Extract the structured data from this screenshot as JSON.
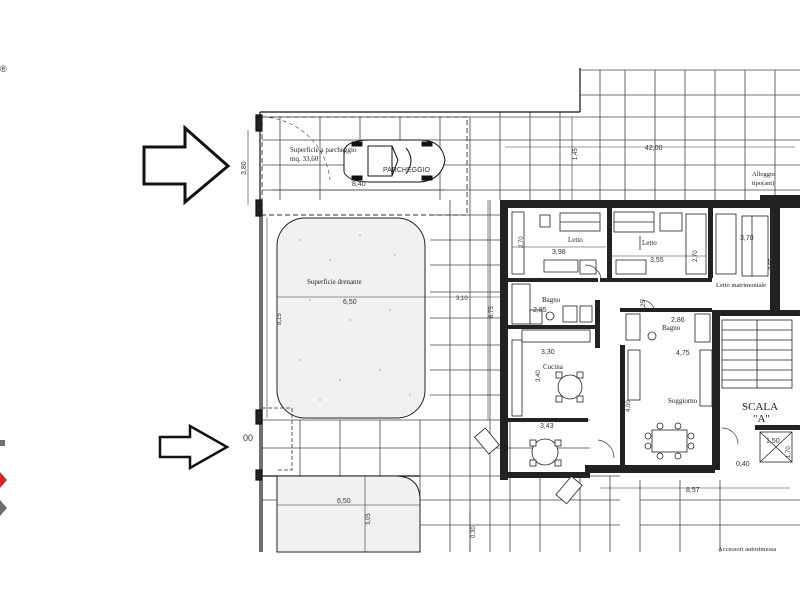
{
  "copyright_mark": "®",
  "parking": {
    "area_line1": "Superficie a parcheggio",
    "area_line2": "mq. 33,60",
    "label": "PARCHEGGIO",
    "width_dim": "8,40",
    "height_dim": "3,80"
  },
  "drainage_upper": {
    "label": "Superficie drenante",
    "width_dim": "6,50",
    "height_dim": "8,15",
    "right_dim": "3,10"
  },
  "drainage_lower": {
    "width_dim": "6,50",
    "height_dim": "3,05"
  },
  "overall": {
    "width_dim": "42,00",
    "left_dim": "1,45",
    "bottom_dim": "8,57",
    "small_dim": "0,30",
    "mid_dim": "8,75"
  },
  "rooms": {
    "letto1": {
      "label": "Letto",
      "w": "3,98",
      "h": "2,70"
    },
    "letto2": {
      "label": "Letto",
      "w": "3,55"
    },
    "letto_matrimoniale": {
      "label": "Letto matrimoniale",
      "w": "3,70",
      "h": "3,95"
    },
    "alloggio": {
      "label_line1": "Alloggio",
      "label_line2": "tipo(ant)"
    },
    "bagno1": {
      "label": "Bagno",
      "w": "2,85"
    },
    "bagno2": {
      "label": "Bagno",
      "w": "2,86",
      "h": "1,25"
    },
    "cucina": {
      "label": "Cucina",
      "w": "3,30",
      "h": "3,40",
      "bottom": "3,43"
    },
    "soggiorno": {
      "label": "Soggiorno",
      "w": "4,75",
      "h": "4,00"
    },
    "letto2_h": "2,70",
    "scala": {
      "label_line1": "SCALA",
      "label_line2": "\"A\"",
      "dim1": "1,50",
      "dim2": "0,40",
      "dim3": "1,70"
    }
  },
  "bottom_note": "Accessori autorimessa",
  "edge_label": "00",
  "colors": {
    "line": "#1a1a1a",
    "grid": "#444444",
    "wall": "#222222",
    "accent_red": "#cc2b2b",
    "accent_grey": "#6e6e6e"
  }
}
